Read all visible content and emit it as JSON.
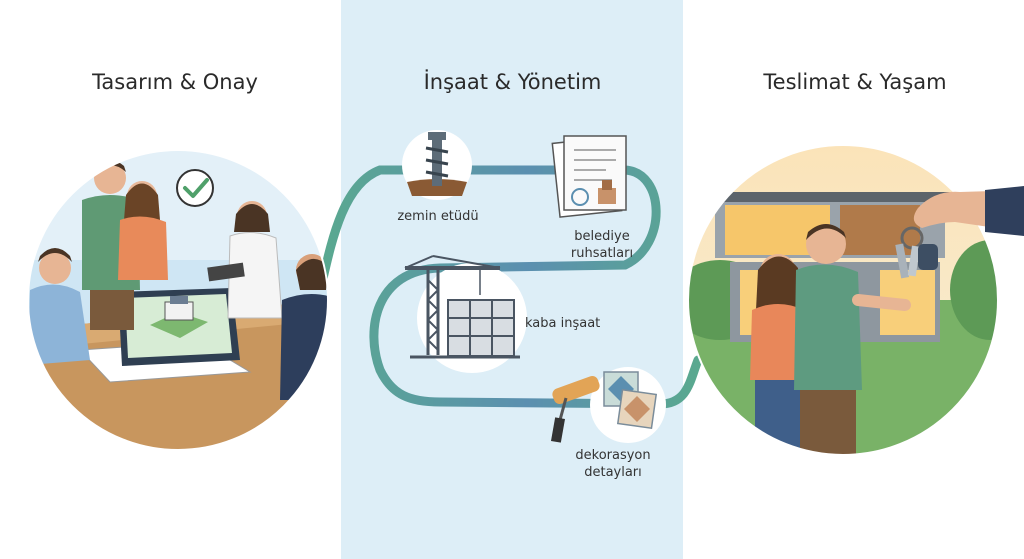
{
  "sections": [
    {
      "title": "Tasarım & Onay"
    },
    {
      "title": "İnşaat & Yönetim"
    },
    {
      "title": "Teslimat & Yaşam"
    }
  ],
  "steps": [
    {
      "label": "zemin etüdü"
    },
    {
      "label_line1": "belediye",
      "label_line2": "ruhsatları"
    },
    {
      "label": "kaba inşaat"
    },
    {
      "label_line1": "dekorasyon",
      "label_line2": "detayları"
    }
  ],
  "colors": {
    "middle_panel": "#ddeef7",
    "path_green": "#5aa98f",
    "path_blue": "#5b8fb0"
  }
}
